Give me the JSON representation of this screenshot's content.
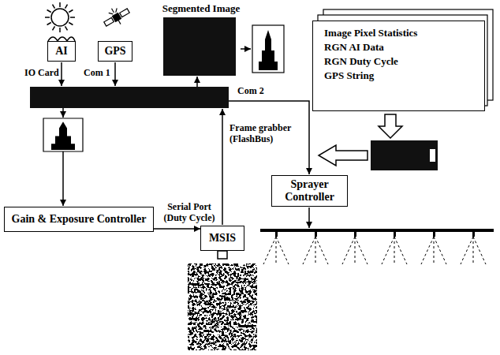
{
  "diagram": {
    "nodes": [
      {
        "text": [
          "AI"
        ]
      },
      {
        "text": [
          "GPS"
        ]
      },
      {
        "text": [
          "Segmented Image"
        ]
      },
      {
        "text": [
          "Image Pixel Statistics",
          "RGN AI Data",
          "RGN Duty Cycle",
          "GPS String"
        ]
      },
      {
        "text": [
          "Gain & Exposure Controller"
        ]
      },
      {
        "text": [
          "MSIS"
        ]
      },
      {
        "text": [
          "Sprayer Controller"
        ]
      }
    ],
    "edges": [
      {
        "from": 4,
        "to": 5,
        "arrow": "to",
        "label": "Serial Port (Duty Cycle)"
      }
    ],
    "labels": [
      "IO Card",
      "Com 1",
      "Com 2",
      "Frame grabber (FlashBus)"
    ]
  }
}
